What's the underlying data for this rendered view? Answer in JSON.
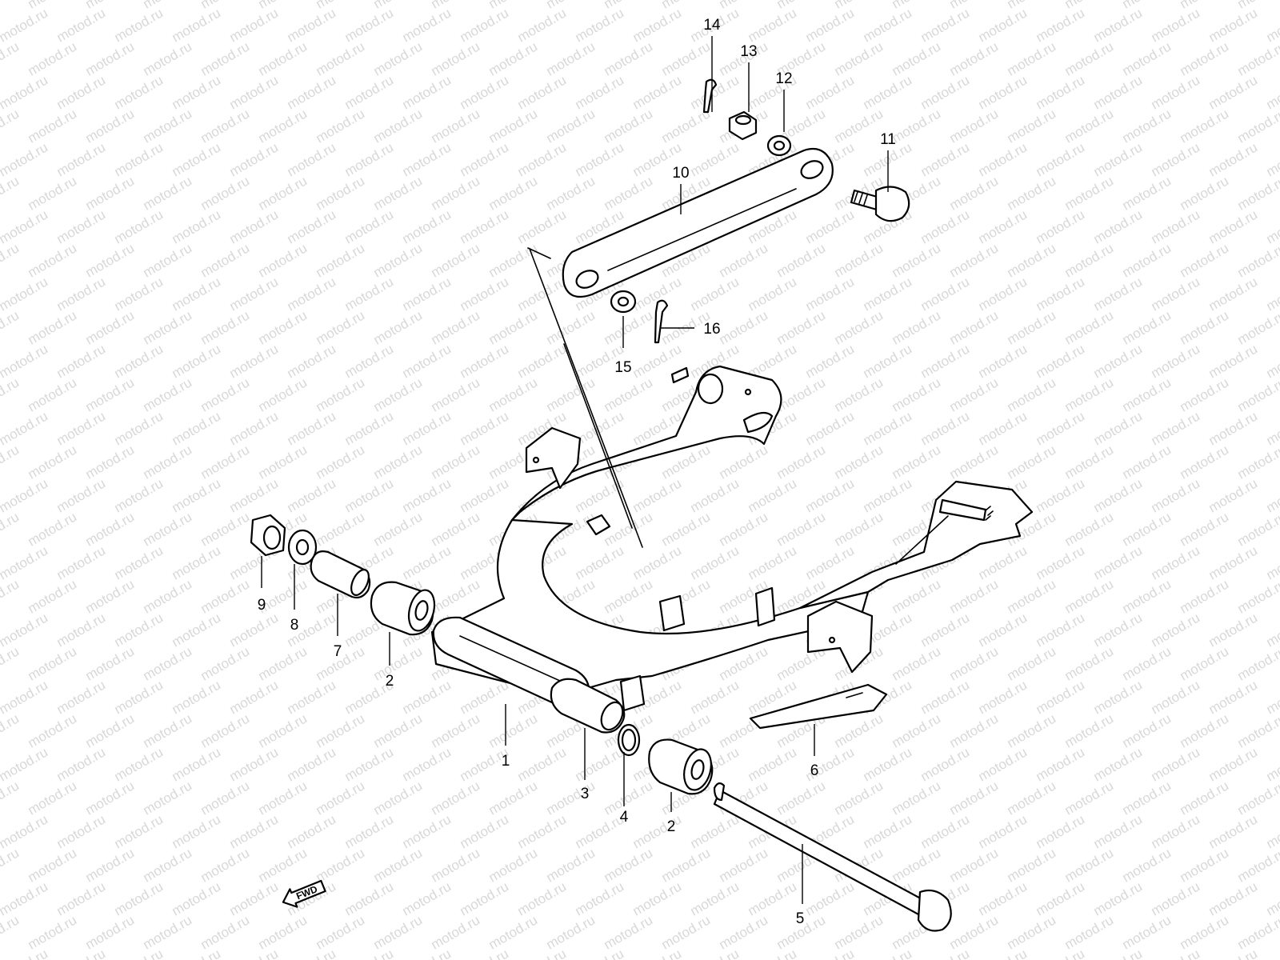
{
  "watermark": {
    "text": "motod.ru",
    "color": "#d8d8d8"
  },
  "direction_marker": {
    "label": "FWD",
    "icon": "arrow-left-icon"
  },
  "callouts": [
    {
      "id": "c1",
      "number": "1",
      "part": "swingarm"
    },
    {
      "id": "c2a",
      "number": "2",
      "part": "bushing-left"
    },
    {
      "id": "c2b",
      "number": "2",
      "part": "bushing-right"
    },
    {
      "id": "c3",
      "number": "3",
      "part": "pivot-sleeve"
    },
    {
      "id": "c4",
      "number": "4",
      "part": "o-ring"
    },
    {
      "id": "c5",
      "number": "5",
      "part": "pivot-shaft"
    },
    {
      "id": "c6",
      "number": "6",
      "part": "chain-guard-plate"
    },
    {
      "id": "c7",
      "number": "7",
      "part": "spacer"
    },
    {
      "id": "c8",
      "number": "8",
      "part": "washer"
    },
    {
      "id": "c9",
      "number": "9",
      "part": "nut"
    },
    {
      "id": "c10",
      "number": "10",
      "part": "torque-link"
    },
    {
      "id": "c11",
      "number": "11",
      "part": "bolt"
    },
    {
      "id": "c12",
      "number": "12",
      "part": "washer"
    },
    {
      "id": "c13",
      "number": "13",
      "part": "nut"
    },
    {
      "id": "c14",
      "number": "14",
      "part": "cotter-pin"
    },
    {
      "id": "c15",
      "number": "15",
      "part": "washer"
    },
    {
      "id": "c16",
      "number": "16",
      "part": "cotter-pin"
    }
  ]
}
